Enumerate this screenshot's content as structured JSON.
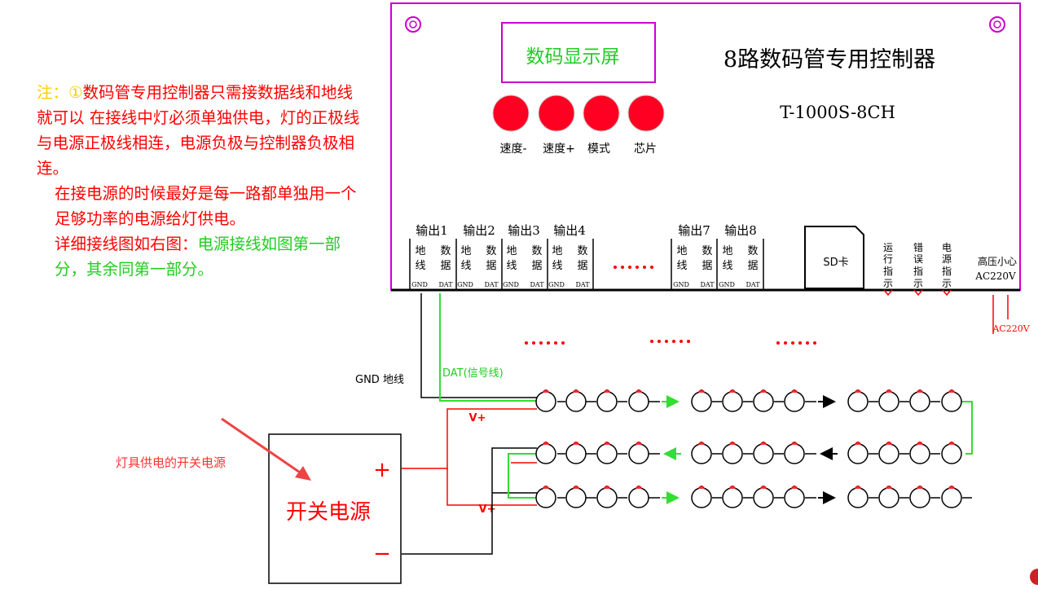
{
  "note": {
    "prefix": "注：①",
    "line1": "数码管专用控制器只需接数据线和地线就可以   在接线中灯必须单独供电，灯的正极线与电源正极线相连，电源负极与控制器负极相连。",
    "line2": "在接电源的时候最好是每一路都单独用一个足够功率的电源给灯供电。",
    "line3_red": "详细接线图如右图：",
    "line3_green": "电源接线如图第一部分，其余同第一部分。"
  },
  "controller": {
    "display_label": "数码显示屏",
    "title": "8路数码管专用控制器",
    "model": "T-1000S-8CH",
    "buttons": [
      "速度-",
      "速度+",
      "模式",
      "芯片"
    ],
    "outputs": [
      "输出1",
      "输出2",
      "输出3",
      "输出4",
      "输出7",
      "输出8"
    ],
    "pin_chars": [
      "地",
      "线",
      "数",
      "据"
    ],
    "pin_codes": [
      "GND",
      "DAT"
    ],
    "sd_label": "SD卡",
    "indicators": [
      [
        "运",
        "行",
        "指",
        "示"
      ],
      [
        "错",
        "误",
        "指",
        "示"
      ],
      [
        "电",
        "源",
        "指",
        "示"
      ]
    ],
    "hv_line1": "高压小心",
    "hv_line2": "AC220V"
  },
  "wiring": {
    "ac_label": "AC220V",
    "gnd_label": "GND 地线",
    "dat_label": "DAT(信号线)",
    "vplus_top": "V+",
    "vplus_bottom": "V+",
    "psu_label": "开关电源",
    "psu_plus": "+",
    "psu_minus": "−",
    "psu_callout": "灯具供电的开关电源"
  },
  "colors": {
    "border": "#cc00cc",
    "button": "#ff0000",
    "wire_green": "#33dd33",
    "wire_red": "#ff0000",
    "text_red": "#ff0000",
    "text_green": "#22cc22",
    "text_yellow": "#ffcc00"
  }
}
